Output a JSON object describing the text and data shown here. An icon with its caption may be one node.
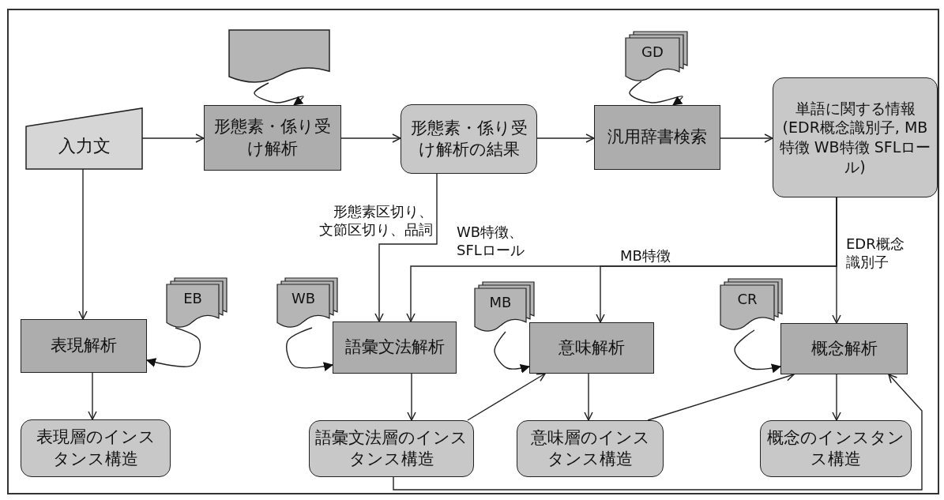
{
  "diagram": {
    "nodes": [
      {
        "text": [
          "入力文"
        ]
      },
      {
        "text": [],
        "shape": "document"
      },
      {
        "text": [
          "形態素・係り受け解析"
        ]
      },
      {
        "text": [
          "形態素・係り受け解析の結果"
        ]
      },
      {
        "text": [
          "GD"
        ]
      },
      {
        "text": [
          "汎用辞書検索"
        ]
      },
      {
        "text": [
          "単語に関する情報(EDR概念識別子, MB特徴 WB特徴 SFLロール)"
        ]
      },
      {
        "text": [
          "EB"
        ]
      },
      {
        "text": [
          "表現解析"
        ]
      },
      {
        "text": [
          "WB"
        ]
      },
      {
        "text": [
          "語彙文法解析"
        ]
      },
      {
        "text": [
          "MB"
        ]
      },
      {
        "text": [
          "意味解析"
        ]
      },
      {
        "text": [
          "CR"
        ]
      },
      {
        "text": [
          "概念解析"
        ]
      },
      {
        "text": [
          "表現層のインスタンス構造"
        ]
      },
      {
        "text": [
          "語彙文法層のインスタンス構造"
        ]
      },
      {
        "text": [
          "意味層のインスタンス構造"
        ]
      },
      {
        "text": [
          "概念のインスタンス構造"
        ]
      }
    ],
    "edges": [
      {
        "from": 0,
        "to": 2,
        "arrow": "to"
      },
      {
        "from": 1,
        "to": 2,
        "arrow": "to"
      },
      {
        "from": 2,
        "to": 3,
        "arrow": "to"
      },
      {
        "from": 3,
        "to": 5,
        "arrow": "to"
      },
      {
        "from": 4,
        "to": 5,
        "arrow": "to"
      },
      {
        "from": 5,
        "to": 6,
        "arrow": "to"
      },
      {
        "from": 0,
        "to": 8,
        "arrow": "to"
      },
      {
        "from": 3,
        "to": 10,
        "arrow": "to",
        "label": "形態素区切り、文節区切り、品詞"
      },
      {
        "from": 6,
        "to": 10,
        "arrow": "to",
        "label": "WB特徴、SFLロール"
      },
      {
        "from": 6,
        "to": 12,
        "arrow": "to",
        "label": "MB特徴"
      },
      {
        "from": 6,
        "to": 14,
        "arrow": "to",
        "label": "EDR概念識別子"
      },
      {
        "from": 7,
        "to": 8,
        "arrow": "to"
      },
      {
        "from": 9,
        "to": 10,
        "arrow": "to"
      },
      {
        "from": 11,
        "to": 12,
        "arrow": "to"
      },
      {
        "from": 13,
        "to": 14,
        "arrow": "to"
      },
      {
        "from": 8,
        "to": 15,
        "arrow": "to"
      },
      {
        "from": 10,
        "to": 16,
        "arrow": "to"
      },
      {
        "from": 12,
        "to": 17,
        "arrow": "to"
      },
      {
        "from": 14,
        "to": 18,
        "arrow": "to"
      },
      {
        "from": 16,
        "to": 12,
        "arrow": "to"
      },
      {
        "from": 17,
        "to": 14,
        "arrow": "to"
      },
      {
        "from": 16,
        "to": 14,
        "arrow": "to"
      }
    ]
  }
}
